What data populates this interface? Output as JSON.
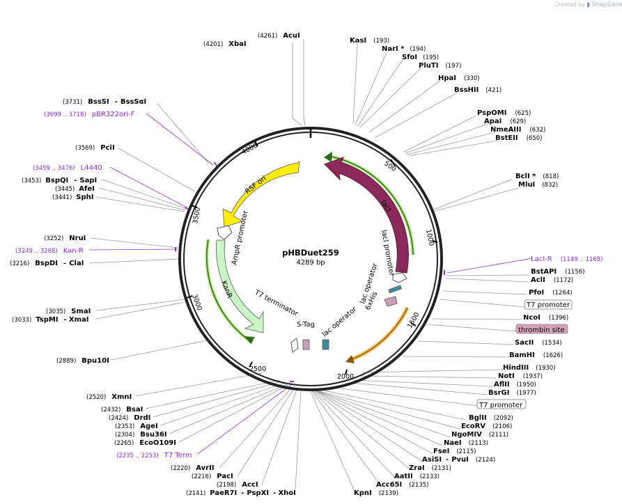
{
  "watermark": {
    "prefix": "Created by",
    "brand": "SnapGene"
  },
  "plasmid": {
    "name": "pHBDuet259",
    "length_label": "4289 bp",
    "length": 4289
  },
  "ticks": [
    "500",
    "1000",
    "1500",
    "2000",
    "2500",
    "3000",
    "3500",
    "4000"
  ],
  "colors": {
    "lacI": "#8b2a5a",
    "rsf_ori": "#ffee00",
    "kanR": "#c8f7c5",
    "highlight_green": "#b8e986",
    "highlight_orange": "#f5c26b",
    "primer": "#9a30d0",
    "site_bg": "#d4a5b9"
  },
  "sites_right": [
    {
      "name": "KasI",
      "pos": "(193)"
    },
    {
      "name": "NarI *",
      "pos": "(194)"
    },
    {
      "name": "SfoI",
      "pos": "(195)"
    },
    {
      "name": "PluTI",
      "pos": "(197)"
    },
    {
      "name": "HpaI",
      "pos": "(330)"
    },
    {
      "name": "BssHII",
      "pos": "(421)"
    },
    {
      "name": "PspOMI",
      "pos": "(625)"
    },
    {
      "name": "ApaI",
      "pos": "(629)"
    },
    {
      "name": "NmeAIII",
      "pos": "(632)"
    },
    {
      "name": "BstEII",
      "pos": "(650)"
    },
    {
      "name": "BclI *",
      "pos": "(818)"
    },
    {
      "name": "MluI",
      "pos": "(832)"
    },
    {
      "name": "LacI-R",
      "pos": "(1149 .. 1168)"
    },
    {
      "name": "BstAPI",
      "pos": "(1156)"
    },
    {
      "name": "AclI",
      "pos": "(1172)"
    },
    {
      "name": "PfoI",
      "pos": "(1264)"
    },
    {
      "name": "T7 promoter",
      "pos": ""
    },
    {
      "name": "NcoI",
      "pos": "(1396)"
    },
    {
      "name": "thrombin site",
      "pos": ""
    },
    {
      "name": "SacII",
      "pos": "(1534)"
    },
    {
      "name": "BamHI",
      "pos": "(1626)"
    },
    {
      "name": "HindIII",
      "pos": "(1930)"
    },
    {
      "name": "NotI",
      "pos": "(1937)"
    },
    {
      "name": "AflII",
      "pos": "(1950)"
    },
    {
      "name": "BsrGI",
      "pos": "(1977)"
    },
    {
      "name": "T7 promoter",
      "pos": ""
    },
    {
      "name": "BglII",
      "pos": "(2092)"
    },
    {
      "name": "EcoRV",
      "pos": "(2106)"
    },
    {
      "name": "NgoMIV",
      "pos": "(2111)"
    },
    {
      "name": "NaeI",
      "pos": "(2113)"
    },
    {
      "name": "FseI",
      "pos": "(2115)"
    },
    {
      "name": "AsiSI",
      "name2": "PvuI",
      "pos": "(2124)"
    },
    {
      "name": "ZraI",
      "pos": "(2131)"
    },
    {
      "name": "AatII",
      "pos": "(2133)"
    },
    {
      "name": "Acc65I",
      "pos": "(2135)"
    },
    {
      "name": "KpnI",
      "pos": "(2139)"
    }
  ],
  "sites_left": [
    {
      "name": "XbaI",
      "pos": "(4201)"
    },
    {
      "name": "AcuI",
      "pos": "(4261)"
    },
    {
      "name": "BssSI",
      "name2": "BssSαI",
      "pos": "(3731)"
    },
    {
      "name": "pBR322ori-F",
      "pos": "(3699 .. 3718)"
    },
    {
      "name": "PciI",
      "pos": "(3569)"
    },
    {
      "name": "L4440",
      "pos": "(3459 .. 3476)"
    },
    {
      "name": "BspQI",
      "name2": "SapI",
      "pos": "(3453)"
    },
    {
      "name": "AfeI",
      "pos": "(3445)"
    },
    {
      "name": "SphI",
      "pos": "(3441)"
    },
    {
      "name": "NruI",
      "pos": "(3252)"
    },
    {
      "name": "Kan-R",
      "pos": "(3249 .. 3268)"
    },
    {
      "name": "BspDI",
      "name2": "ClaI",
      "pos": "(3216)"
    },
    {
      "name": "SmaI",
      "pos": "(3035)"
    },
    {
      "name": "TspMI",
      "name2": "XmaI",
      "pos": "(3033)"
    },
    {
      "name": "Bpu10I",
      "pos": "(2889)"
    },
    {
      "name": "XmnI",
      "pos": "(2520)"
    },
    {
      "name": "BsaI",
      "pos": "(2432)"
    },
    {
      "name": "DrdI",
      "pos": "(2424)"
    },
    {
      "name": "AgeI",
      "pos": "(2353)"
    },
    {
      "name": "Bsu36I",
      "pos": "(2304)"
    },
    {
      "name": "EcoO109I",
      "pos": "(2265)"
    },
    {
      "name": "T7 Term",
      "pos": "(2235 .. 2253)"
    },
    {
      "name": "AvrII",
      "pos": "(2220)"
    },
    {
      "name": "PacI",
      "pos": "(2216)"
    },
    {
      "name": "AccI",
      "pos": "(2198)"
    },
    {
      "name": "PaeR7I",
      "name2": "PspXI",
      "name3": "XhoI",
      "pos": "(2141)"
    }
  ],
  "features": [
    {
      "label": "RSF ori"
    },
    {
      "label": "lacI"
    },
    {
      "label": "KanR"
    },
    {
      "label": "AmpR promoter"
    },
    {
      "label": "lacI promoter"
    },
    {
      "label": "lac operator"
    },
    {
      "label": "6xHis"
    },
    {
      "label": "T7 terminator"
    },
    {
      "label": "S-Tag"
    },
    {
      "label": "lac operator"
    }
  ]
}
